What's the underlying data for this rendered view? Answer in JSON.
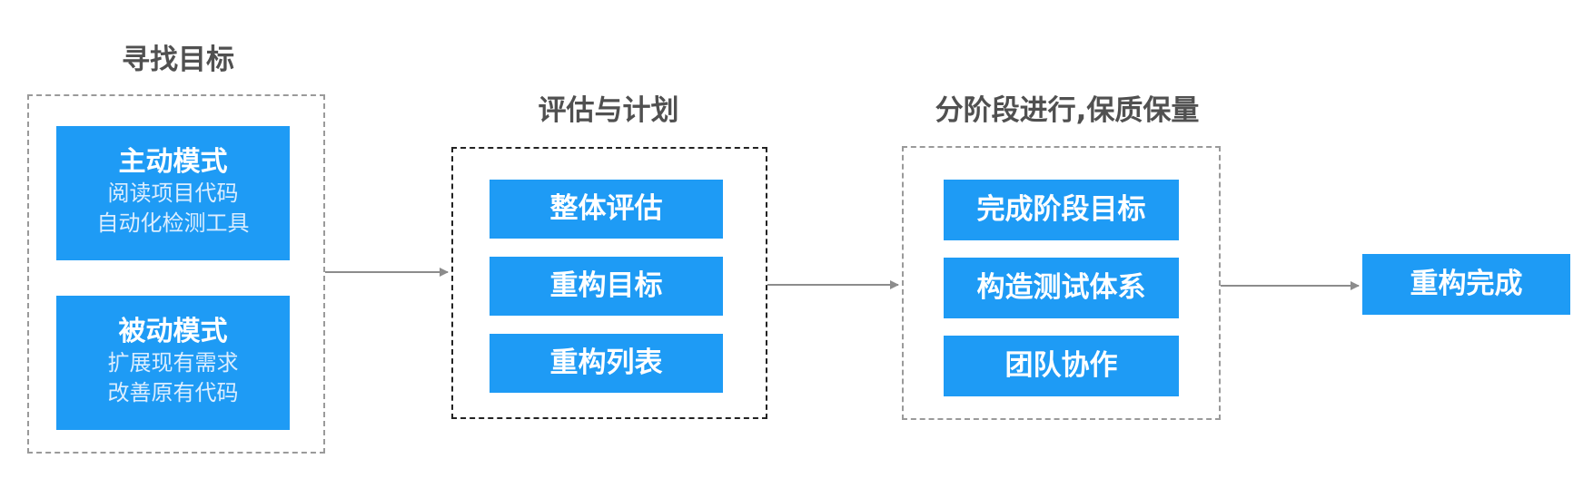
{
  "stages": [
    {
      "title": "寻找目标",
      "boxes": [
        {
          "label": "主动模式",
          "lines": [
            "阅读项目代码",
            "自动化检测工具"
          ]
        },
        {
          "label": "被动模式",
          "lines": [
            "扩展现有需求",
            "改善原有代码"
          ]
        }
      ]
    },
    {
      "title": "评估与计划",
      "boxes": [
        {
          "label": "整体评估"
        },
        {
          "label": "重构目标"
        },
        {
          "label": "重构列表"
        }
      ]
    },
    {
      "title": "分阶段进行,保质保量",
      "boxes": [
        {
          "label": "完成阶段目标"
        },
        {
          "label": "构造测试体系"
        },
        {
          "label": "团队协作"
        }
      ]
    }
  ],
  "final": {
    "label": "重构完成"
  },
  "colors": {
    "box": "#1e9bf5",
    "arrow": "#8c8c8c",
    "title": "#505050"
  }
}
